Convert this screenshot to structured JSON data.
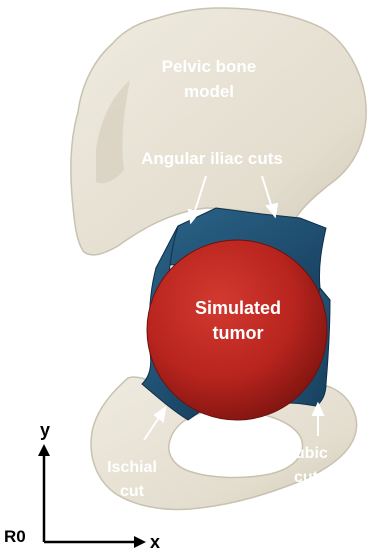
{
  "labels": {
    "bone_line1": "Pelvic bone",
    "bone_line2": "model",
    "iliac": "Angular iliac cuts",
    "tumor_line1": "Simulated",
    "tumor_line2": "tumor",
    "ischial_line1": "Ischial",
    "ischial_line2": "cut",
    "pubic_line1": "Pubic",
    "pubic_line2": "cut"
  },
  "axes": {
    "origin": "R0",
    "x": "x",
    "y": "y"
  },
  "colors": {
    "bone": "#e8e3d6",
    "bone_shadow": "#c9c2b0",
    "cut_surface": "#1e4f73",
    "tumor": "#b8241e",
    "tumor_dark": "#7e1410",
    "label_text": "#ffffff",
    "axis": "#000000"
  }
}
